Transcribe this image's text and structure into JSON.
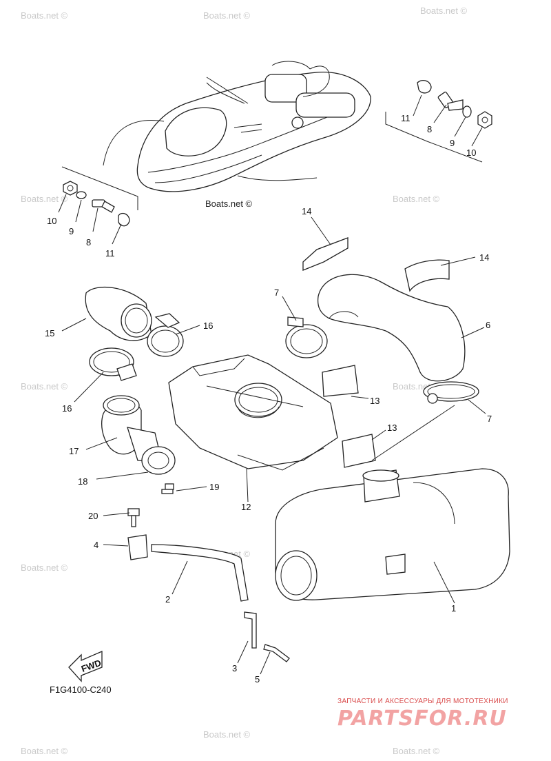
{
  "watermark_text": "Boats.net ©",
  "inline_watermark": "Boats.net ©",
  "diagram_code": "F1G4100-C240",
  "fwd_label": "FWD",
  "brand": {
    "subtitle": "ЗАПЧАСТИ И АКСЕССУАРЫ ДЛЯ МОТОТЕХНИКИ",
    "name": "PARTSFOR.RU",
    "color": "#e36a6a"
  },
  "callouts": {
    "c1": "1",
    "c2": "2",
    "c3": "3",
    "c4": "4",
    "c5": "5",
    "c6": "6",
    "c7a": "7",
    "c7b": "7",
    "c8a": "8",
    "c8b": "8",
    "c9a": "9",
    "c9b": "9",
    "c10a": "10",
    "c10b": "10",
    "c11a": "11",
    "c11b": "11",
    "c12": "12",
    "c13a": "13",
    "c13b": "13",
    "c14a": "14",
    "c14b": "14",
    "c15": "15",
    "c16a": "16",
    "c16b": "16",
    "c17": "17",
    "c18": "18",
    "c19": "19",
    "c20": "20"
  }
}
